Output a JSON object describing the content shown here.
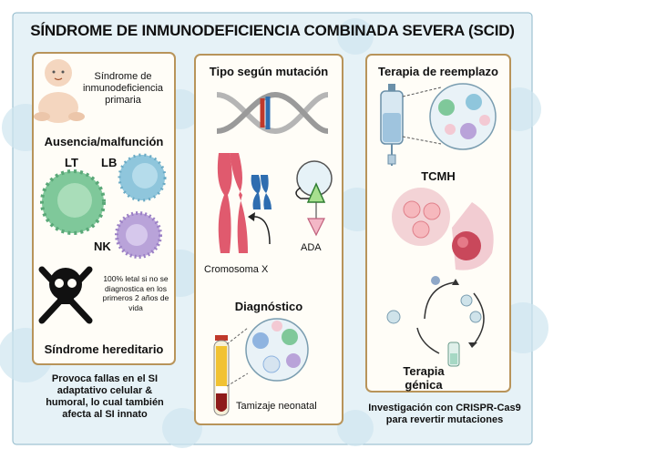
{
  "title": "SÍNDROME DE INMUNODEFICIENCIA COMBINADA SEVERA (SCID)",
  "colors": {
    "background": "#e6f2f7",
    "panel_fill": "#fffdf7",
    "panel_border": "#b8945a",
    "lt_cell": "#7fc89a",
    "lb_cell": "#8fc6dc",
    "nk_cell": "#b9a3d9",
    "chromosome_x": "#e05a6e",
    "chromosome_y": "#2e6db0"
  },
  "left_panel": {
    "primary_label": "Síndrome de inmunodeficiencia primaria",
    "heading_absence": "Ausencia/malfunción",
    "cell_lt": "LT",
    "cell_lb": "LB",
    "cell_nk": "NK",
    "lethality_note": "100% letal si no se diagnostica en los primeros 2 años de vida",
    "heading_hereditary": "Síndrome hereditario",
    "icons": [
      "baby-icon",
      "skull-crossbones-icon"
    ]
  },
  "left_caption": "Provoca fallas en el SI adaptativo celular & humoral, lo cual también afecta al SI innato",
  "middle_panel": {
    "heading_mutation": "Tipo según mutación",
    "label_chromosome": "Cromosoma X",
    "label_ada": "ADA",
    "heading_diagnosis": "Diagnóstico",
    "label_screening": "Tamizaje neonatal",
    "icons": [
      "dna-icon",
      "chromosome-icon",
      "enzyme-icon",
      "blood-tube-icon",
      "magnifier-cells-icon"
    ]
  },
  "right_panel": {
    "heading_replacement": "Terapia de reemplazo",
    "heading_tcmh": "TCMH",
    "heading_gene": "Terapia génica",
    "icons": [
      "iv-bag-icon",
      "stem-cells-icon",
      "fetus-icon",
      "gene-cycle-icon"
    ]
  },
  "right_caption": "Investigación con CRISPR-Cas9 para revertir mutaciones"
}
